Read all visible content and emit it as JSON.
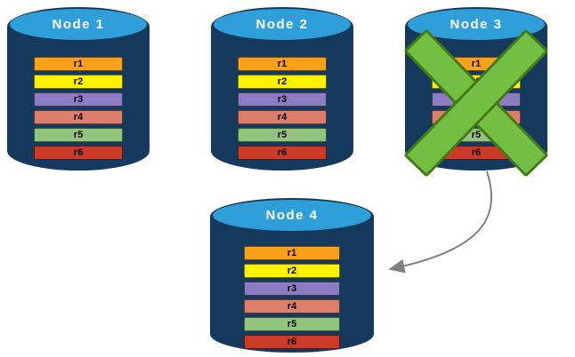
{
  "diagram": {
    "nodes": [
      {
        "name": "Node 1",
        "rows": [
          "r1",
          "r2",
          "r3",
          "r4",
          "r5",
          "r6"
        ],
        "failed": false
      },
      {
        "name": "Node 2",
        "rows": [
          "r1",
          "r2",
          "r3",
          "r4",
          "r5",
          "r6"
        ],
        "failed": false
      },
      {
        "name": "Node 3",
        "rows": [
          "r1",
          "r2",
          "r3",
          "r4",
          "r5",
          "r6"
        ],
        "failed": true
      },
      {
        "name": "Node 4",
        "rows": [
          "r1",
          "r2",
          "r3",
          "r4",
          "r5",
          "r6"
        ],
        "failed": false
      }
    ],
    "icons": {
      "failure_x": "failure-x-icon",
      "failover_arrow": "failover-arrow"
    },
    "colors": {
      "node_body": "#16395E",
      "node_top": "#2E9FD8",
      "rows": [
        "#F9A11B",
        "#FFF200",
        "#8E7CC3",
        "#DD7E6B",
        "#93C47D",
        "#CC3A28"
      ],
      "failure_x": "#72BF44",
      "arrow": "#7F7F7F"
    }
  }
}
